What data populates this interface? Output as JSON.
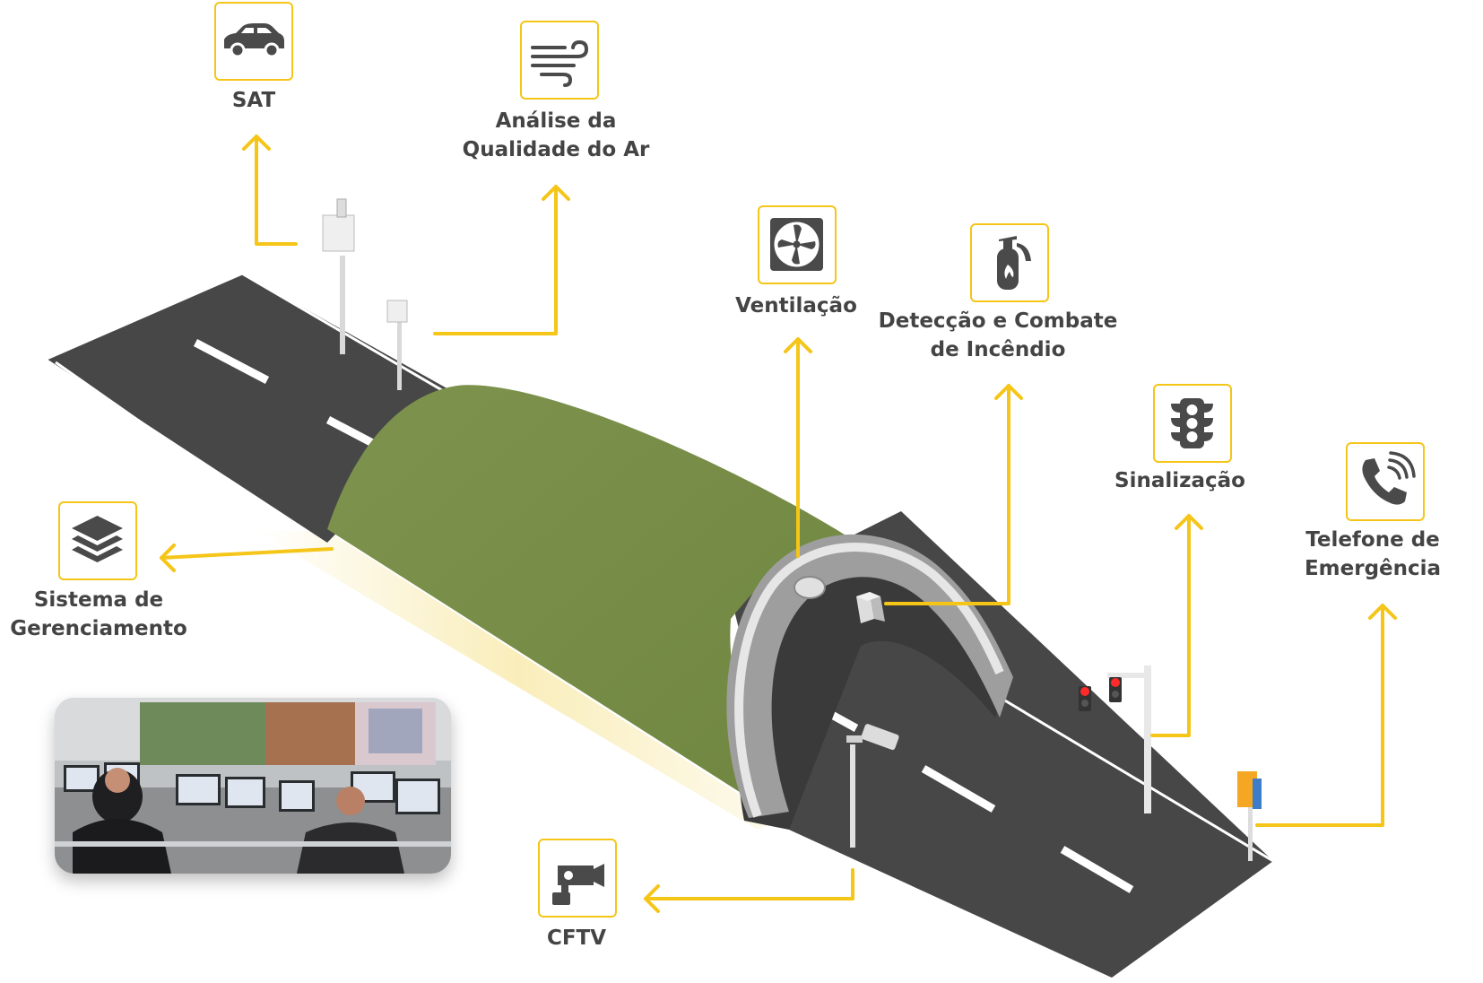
{
  "colors": {
    "accent": "#f5c518",
    "tunnel_green": "#7e934e",
    "road": "#474747",
    "icon_gray": "#4a4a4a",
    "text": "#444444"
  },
  "modules": {
    "sat": {
      "lines": [
        "SAT"
      ],
      "icon": "car-icon"
    },
    "air_quality": {
      "lines": [
        "Análise da",
        "Qualidade do Ar"
      ],
      "icon": "wind-icon"
    },
    "ventilation": {
      "lines": [
        "Ventilação"
      ],
      "icon": "fan-icon"
    },
    "fire": {
      "lines": [
        "Detecção e Combate",
        "de Incêndio"
      ],
      "icon": "fire-extinguisher-icon"
    },
    "signaling": {
      "lines": [
        "Sinalização"
      ],
      "icon": "traffic-light-icon"
    },
    "emergency_phone": {
      "lines": [
        "Telefone de",
        "Emergência"
      ],
      "icon": "phone-icon"
    },
    "management": {
      "lines": [
        "Sistema de",
        "Gerenciamento"
      ],
      "icon": "layers-icon"
    },
    "cctv": {
      "lines": [
        "CFTV"
      ],
      "icon": "security-camera-icon"
    }
  }
}
